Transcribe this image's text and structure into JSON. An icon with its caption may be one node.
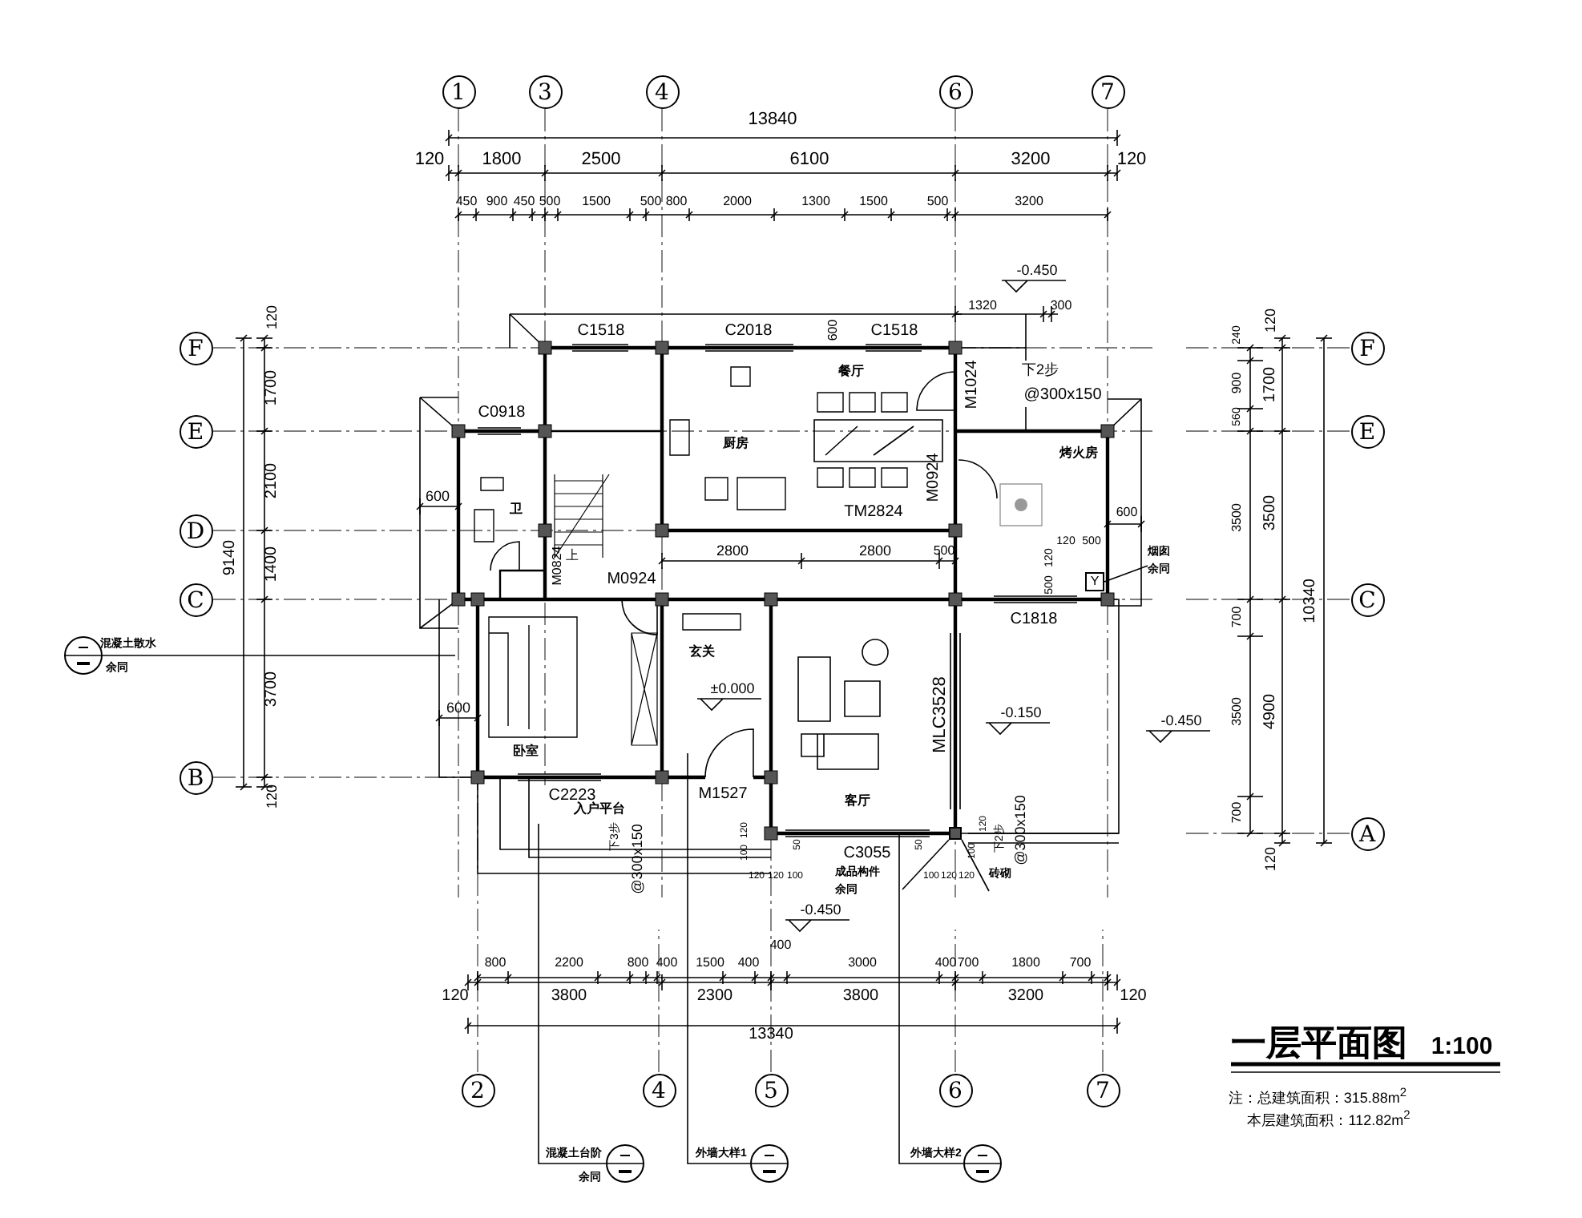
{
  "diagram": {
    "title": "一层平面图",
    "nodes": [
      {
        "text": [
          "1"
        ]
      },
      {
        "text": [
          "3"
        ]
      },
      {
        "text": [
          "4"
        ]
      },
      {
        "text": [
          "6"
        ]
      },
      {
        "text": [
          "7"
        ]
      },
      {
        "text": [
          "2"
        ]
      },
      {
        "text": [
          "4"
        ]
      },
      {
        "text": [
          "5"
        ]
      },
      {
        "text": [
          "6"
        ]
      },
      {
        "text": [
          "7"
        ]
      },
      {
        "text": [
          "F"
        ]
      },
      {
        "text": [
          "E"
        ]
      },
      {
        "text": [
          "D"
        ]
      },
      {
        "text": [
          "C"
        ]
      },
      {
        "text": [
          "B"
        ]
      },
      {
        "text": [
          "F"
        ]
      },
      {
        "text": [
          "E"
        ]
      },
      {
        "text": [
          "C"
        ]
      },
      {
        "text": [
          "A"
        ]
      },
      {
        "text": [],
        "shape": "circle",
        "beside": [
          "混凝土散水",
          "余同"
        ]
      },
      {
        "text": [],
        "shape": "circle",
        "beside": [
          "混凝土台阶",
          "余同"
        ]
      },
      {
        "text": [],
        "shape": "circle",
        "beside": [
          "外墙大样1"
        ]
      },
      {
        "text": [],
        "shape": "circle",
        "beside": [
          "外墙大样2"
        ]
      },
      {
        "text": [
          "烟囱",
          "余同"
        ]
      },
      {
        "text": [
          "成品构件",
          "余同"
        ]
      },
      {
        "text": [
          "砖砌"
        ]
      },
      {
        "text": [
          "Y"
        ]
      },
      {
        "text": [],
        "shape": "box"
      }
    ],
    "edges": [
      {
        "from": 19,
        "to": null,
        "arrow": "none"
      },
      {
        "from": 20,
        "to": null,
        "arrow": "none"
      },
      {
        "from": 21,
        "to": null,
        "arrow": "none"
      },
      {
        "from": 22,
        "to": null,
        "arrow": "none"
      },
      {
        "from": 23,
        "to": 26,
        "arrow": "none"
      },
      {
        "from": 24,
        "to": 27,
        "arrow": "none"
      },
      {
        "from": 25,
        "to": 27,
        "arrow": "none"
      }
    ],
    "labels": [
      "13840",
      "120",
      "1800",
      "2500",
      "6100",
      "3200",
      "120",
      "450",
      "900",
      "450",
      "500",
      "1500",
      "500",
      "800",
      "2000",
      "1300",
      "1500",
      "500",
      "3200",
      "-0.450",
      "1320",
      "300",
      "C1518",
      "C2018",
      "600",
      "C1518",
      "120",
      "1700",
      "2100",
      "9140",
      "1400",
      "3700",
      "120",
      "C0918",
      "600",
      "600",
      "餐厅",
      "厨房",
      "TM2824",
      "M1024",
      "下2步",
      "@300x150",
      "M0924",
      "烤火房",
      "600",
      "120",
      "500",
      "120",
      "500",
      "2800",
      "2800",
      "500",
      "M0824",
      "上",
      "卫",
      "M0924",
      "C1818",
      "玄关",
      "±0.000",
      "MLC3528",
      "-0.150",
      "-0.450",
      "卧室",
      "C2223",
      "M1527",
      "入户平台",
      "客厅",
      "下3步",
      "@300x150",
      "120",
      "100",
      "50",
      "C3055",
      "50",
      "120",
      "100",
      "120",
      "120",
      "100",
      "100",
      "120",
      "120",
      "下2步",
      "@300x150",
      "240",
      "900",
      "560",
      "3500",
      "700",
      "3500",
      "700",
      "120",
      "1700",
      "3500",
      "4900",
      "120",
      "10340",
      "-0.450",
      "400",
      "800",
      "2200",
      "800",
      "400",
      "1500",
      "400",
      "3000",
      "400",
      "700",
      "1800",
      "700",
      "120",
      "3800",
      "2300",
      "3800",
      "3200",
      "120",
      "13340",
      "1:100",
      "注：总建筑面积：315.88m$^{2}$",
      "本层建筑面积：112.82m$^{2}$"
    ]
  }
}
